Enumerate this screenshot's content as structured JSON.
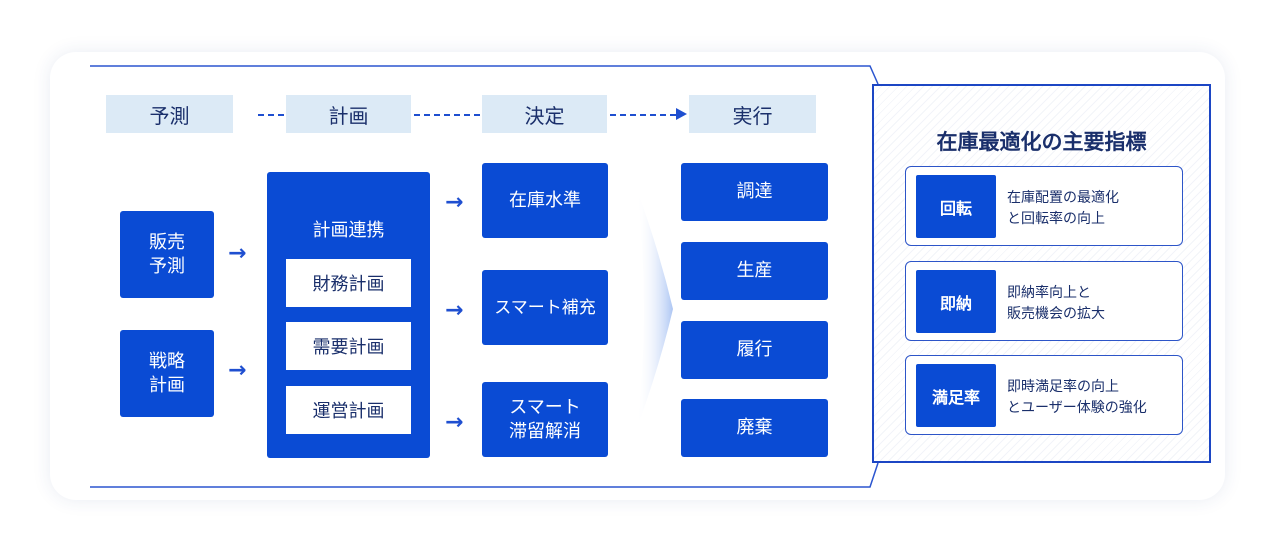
{
  "stages": [
    "予測",
    "計画",
    "決定",
    "実行"
  ],
  "inputs": [
    "販売\n予測",
    "戦略\n計画"
  ],
  "planning": {
    "title": "計画連携",
    "items": [
      "財務計画",
      "需要計画",
      "運営計画"
    ]
  },
  "decisions": [
    "在庫水準",
    "スマート補充",
    "スマート\n滞留解消"
  ],
  "executions": [
    "調達",
    "生産",
    "履行",
    "廃棄"
  ],
  "arrow_glyph": "→",
  "kpi_panel": {
    "title": "在庫最適化の主要指標",
    "items": [
      {
        "label": "回転",
        "text": "在庫配置の最適化\nと回転率の向上"
      },
      {
        "label": "即納",
        "text": "即納率向上と\n販売機会の拡大"
      },
      {
        "label": "満足率",
        "text": "即時満足率の向上\nとユーザー体験の強化"
      }
    ]
  },
  "colors": {
    "primary": "#0a4bd4",
    "stage_bg": "#dceaf6",
    "text_dark": "#1a2f6b",
    "border": "#1c46c4"
  }
}
